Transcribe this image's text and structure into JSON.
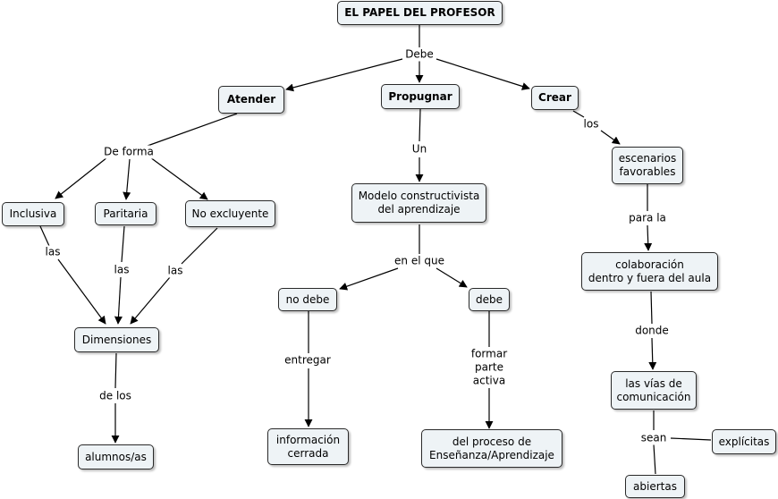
{
  "nodes": {
    "title": "EL PAPEL DEL PROFESOR",
    "atender": "Atender",
    "propugnar": "Propugnar",
    "crear": "Crear",
    "inclusiva": "Inclusiva",
    "paritaria": "Paritaria",
    "no_excluyente": "No excluyente",
    "dimensiones": "Dimensiones",
    "alumnos": "alumnos/as",
    "modelo": "Modelo constructivista\ndel aprendizaje",
    "no_debe": "no debe",
    "debe_node": "debe",
    "informacion": "información\ncerrada",
    "proceso": "del proceso de\nEnseñanza/Aprendizaje",
    "escenarios": "escenarios\nfavorables",
    "colaboracion": "colaboración\ndentro y fuera del aula",
    "vias": "las vías de\ncomunicación",
    "explicitas": "explícitas",
    "abiertas": "abiertas"
  },
  "links": {
    "debe": "Debe",
    "de_forma": "De forma",
    "las1": "las",
    "las2": "las",
    "las3": "las",
    "de_los": "de los",
    "un": "Un",
    "en_el_que": "en el que",
    "entregar": "entregar",
    "formar": "formar\nparte\nactiva",
    "los": "los",
    "para_la": "para la",
    "donde": "donde",
    "sean": "sean"
  }
}
